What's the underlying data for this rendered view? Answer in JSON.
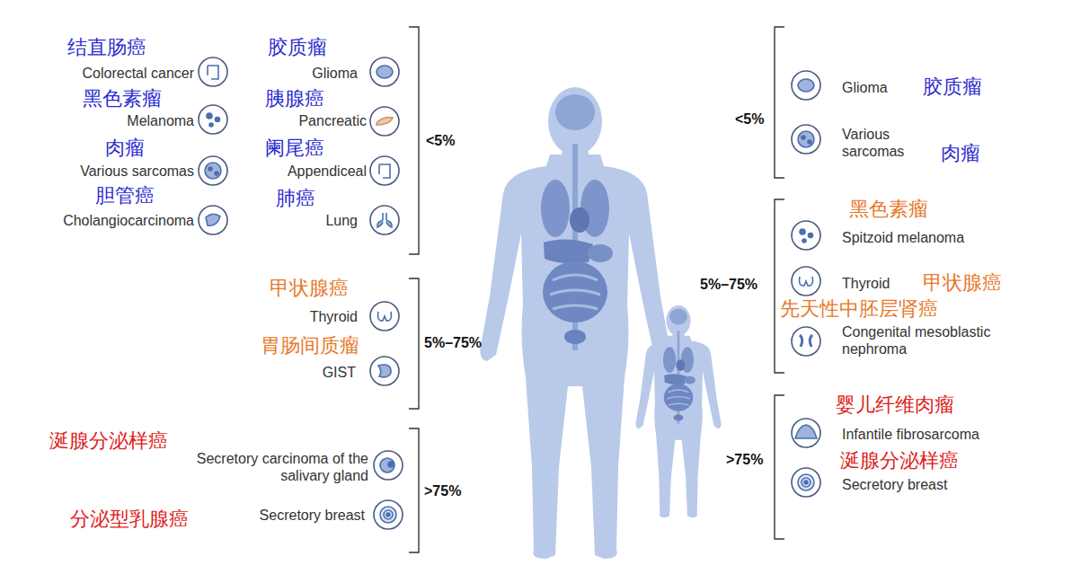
{
  "diagram": {
    "labels": [
      "结直肠癌",
      "Colorectal cancer",
      "黑色素瘤",
      "Melanoma",
      "肉瘤",
      "Various sarcomas",
      "胆管癌",
      "Cholangiocarcinoma",
      "胶质瘤",
      "Glioma",
      "胰腺癌",
      "Pancreatic",
      "阑尾癌",
      "Appendiceal",
      "肺癌",
      "Lung",
      "<5%",
      "甲状腺癌",
      "Thyroid",
      "胃肠间质瘤",
      "GIST",
      "5%–75%",
      "涎腺分泌样癌",
      "Secretory carcinoma of the salivary gland",
      "分泌型乳腺癌",
      "Secretory breast",
      ">75%",
      "<5%",
      "Glioma",
      "胶质瘤",
      "Various sarcomas",
      "肉瘤",
      "黑色素瘤",
      "Spitzoid melanoma",
      "5%–75%",
      "Thyroid",
      "甲状腺癌",
      "先天性中胚层肾癌",
      "Congenital mesoblastic nephroma",
      ">75%",
      "婴儿纤维肉瘤",
      "Infantile fibrosarcoma",
      "涎腺分泌样癌",
      "Secretory breast"
    ]
  }
}
